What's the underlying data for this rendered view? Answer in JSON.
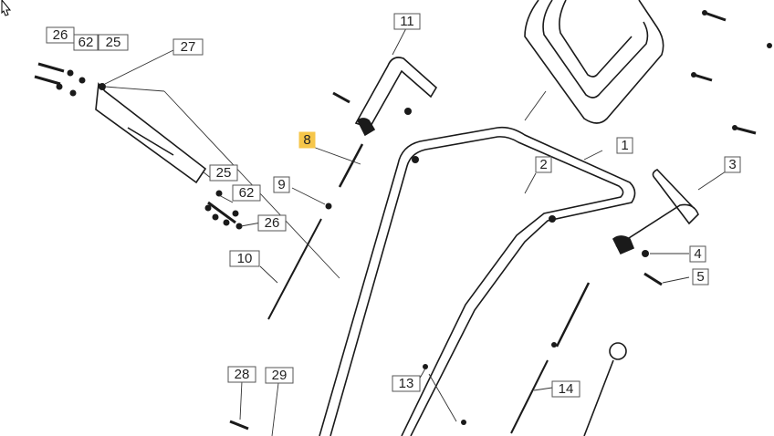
{
  "labels": {
    "p1": "1",
    "p2": "2",
    "p3": "3",
    "p4": "4",
    "p5": "5",
    "p8": "8",
    "p9": "9",
    "p10": "10",
    "p11": "11",
    "p13": "13",
    "p14": "14",
    "p25a": "25",
    "p25b": "25",
    "p26a": "26",
    "p26b": "26",
    "p27": "27",
    "p28": "28",
    "p29": "29",
    "p62a": "62",
    "p62b": "62"
  },
  "colors": {
    "highlight": "#f6c64a",
    "ink": "#1a1a1a",
    "label_border": "#555555"
  },
  "cursor": "hand-cursor-icon"
}
